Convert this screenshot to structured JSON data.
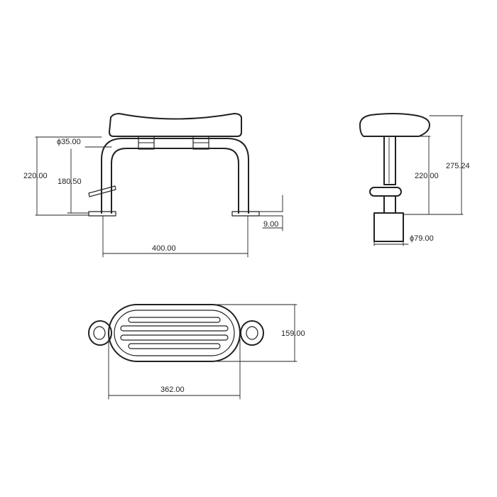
{
  "drawing": {
    "front_view": {
      "dims": {
        "tube_dia": "ϕ35.00",
        "total_height": "220.00",
        "pipe_height": "180.50",
        "plate_thickness": "9.00",
        "width": "400.00"
      }
    },
    "side_view": {
      "dims": {
        "overall_height": "275.24",
        "height": "220.00",
        "base_dia": "ϕ79.00"
      }
    },
    "top_view": {
      "dims": {
        "depth": "159.00",
        "length": "362.00"
      }
    },
    "colors": {
      "line": "#222222",
      "background": "#ffffff"
    }
  }
}
